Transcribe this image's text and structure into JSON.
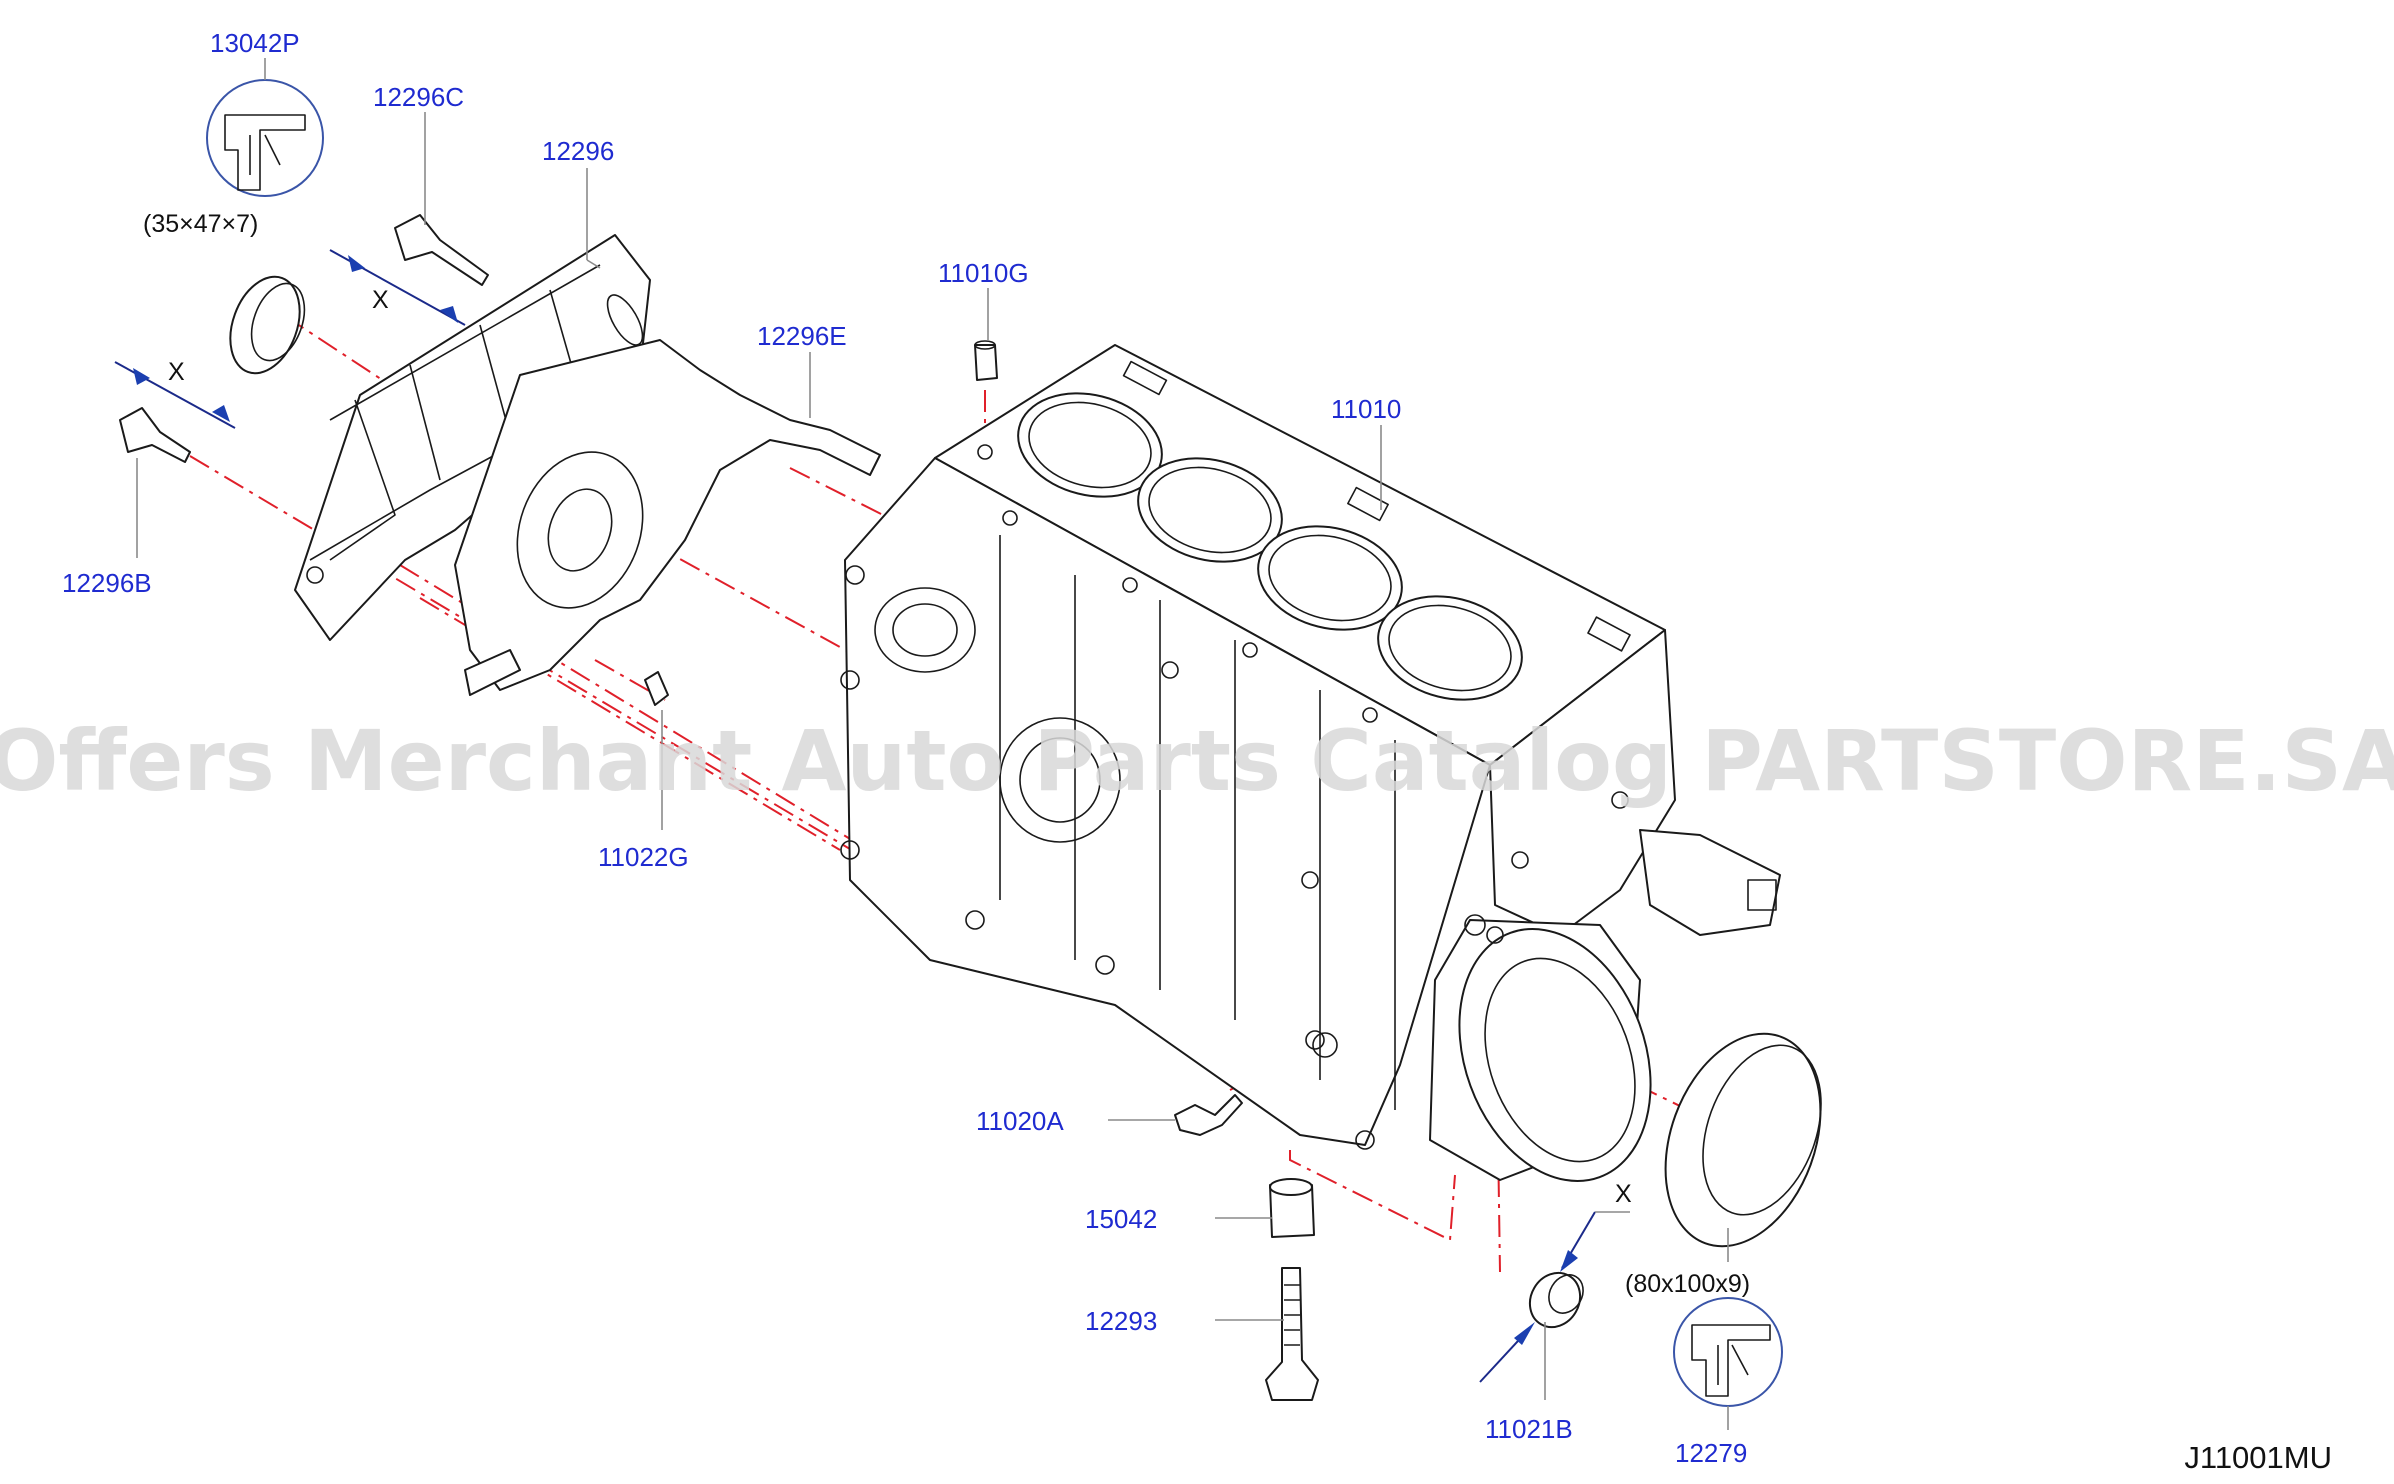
{
  "diagram_code": "J11001MU",
  "watermark": "Offers Merchant Auto Parts Catalog PARTSTORE.SA",
  "dimension_marker": "X",
  "parts": [
    {
      "id": "13042P",
      "label": "13042P"
    },
    {
      "id": "12296C",
      "label": "12296C"
    },
    {
      "id": "12296",
      "label": "12296"
    },
    {
      "id": "11010G",
      "label": "11010G"
    },
    {
      "id": "12296E",
      "label": "12296E"
    },
    {
      "id": "11010",
      "label": "11010"
    },
    {
      "id": "12296B",
      "label": "12296B"
    },
    {
      "id": "11022G",
      "label": "11022G"
    },
    {
      "id": "11020A",
      "label": "11020A"
    },
    {
      "id": "15042",
      "label": "15042"
    },
    {
      "id": "12293",
      "label": "12293"
    },
    {
      "id": "11021B",
      "label": "11021B"
    },
    {
      "id": "12279",
      "label": "12279"
    }
  ],
  "seals": {
    "front": {
      "size": "(35×47×7)"
    },
    "rear": {
      "size": "(80x100x9)"
    }
  },
  "colors": {
    "label_blue": "#1f2bd0",
    "centerline_red": "#e0202a",
    "arrow_blue": "#1b3fb0",
    "watermark_gray": "#d9d9d9"
  }
}
